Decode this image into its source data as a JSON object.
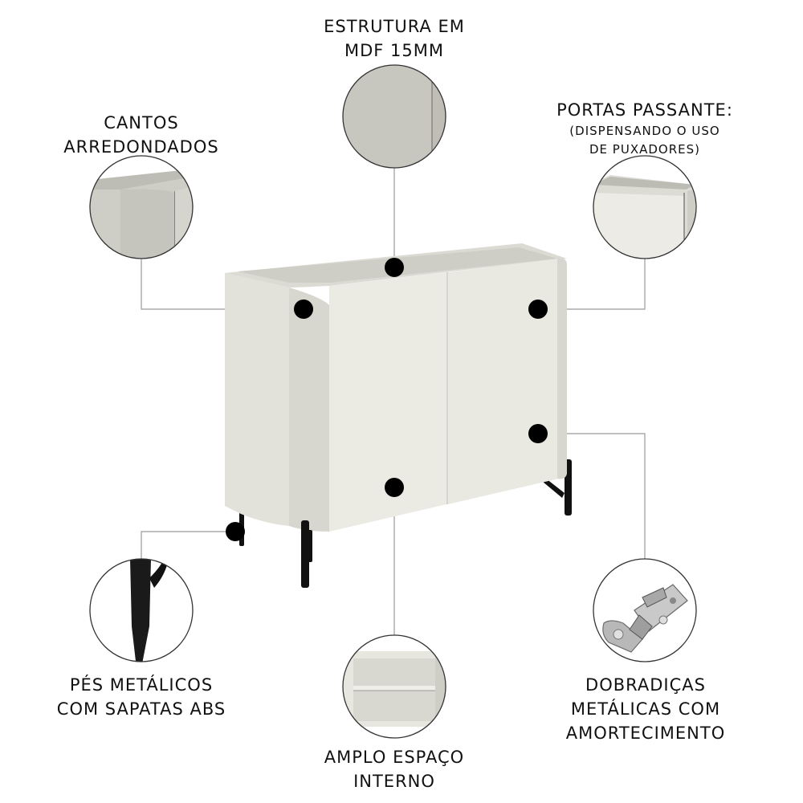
{
  "colors": {
    "cabinet_face": "#ecebe4",
    "cabinet_side": "#e0dfd7",
    "cabinet_shadow": "#cfcdc4",
    "legs": "#111111",
    "leader_lines": "#9a9a9a",
    "marker": "#000000",
    "circle_border": "#333333"
  },
  "callouts": {
    "estrutura": {
      "line1": "ESTRUTURA EM",
      "line2": "MDF 15MM"
    },
    "cantos": {
      "line1": "CANTOS",
      "line2": "ARREDONDADOS"
    },
    "portas": {
      "line1": "PORTAS PASSANTE:",
      "line2": "(DISPENSANDO O USO",
      "line3": "DE PUXADORES)"
    },
    "pes": {
      "line1": "PÉS METÁLICOS",
      "line2": "COM SAPATAS ABS"
    },
    "espaco": {
      "line1": "AMPLO ESPAÇO",
      "line2": "INTERNO"
    },
    "dobradicas": {
      "line1": "DOBRADIÇAS",
      "line2": "METÁLICAS COM",
      "line3": "AMORTECIMENTO"
    }
  },
  "icons": [
    "mdf-edge-detail-icon",
    "rounded-corner-detail-icon",
    "door-edge-detail-icon",
    "metal-leg-detail-icon",
    "interior-shelf-detail-icon",
    "hinge-detail-icon"
  ]
}
